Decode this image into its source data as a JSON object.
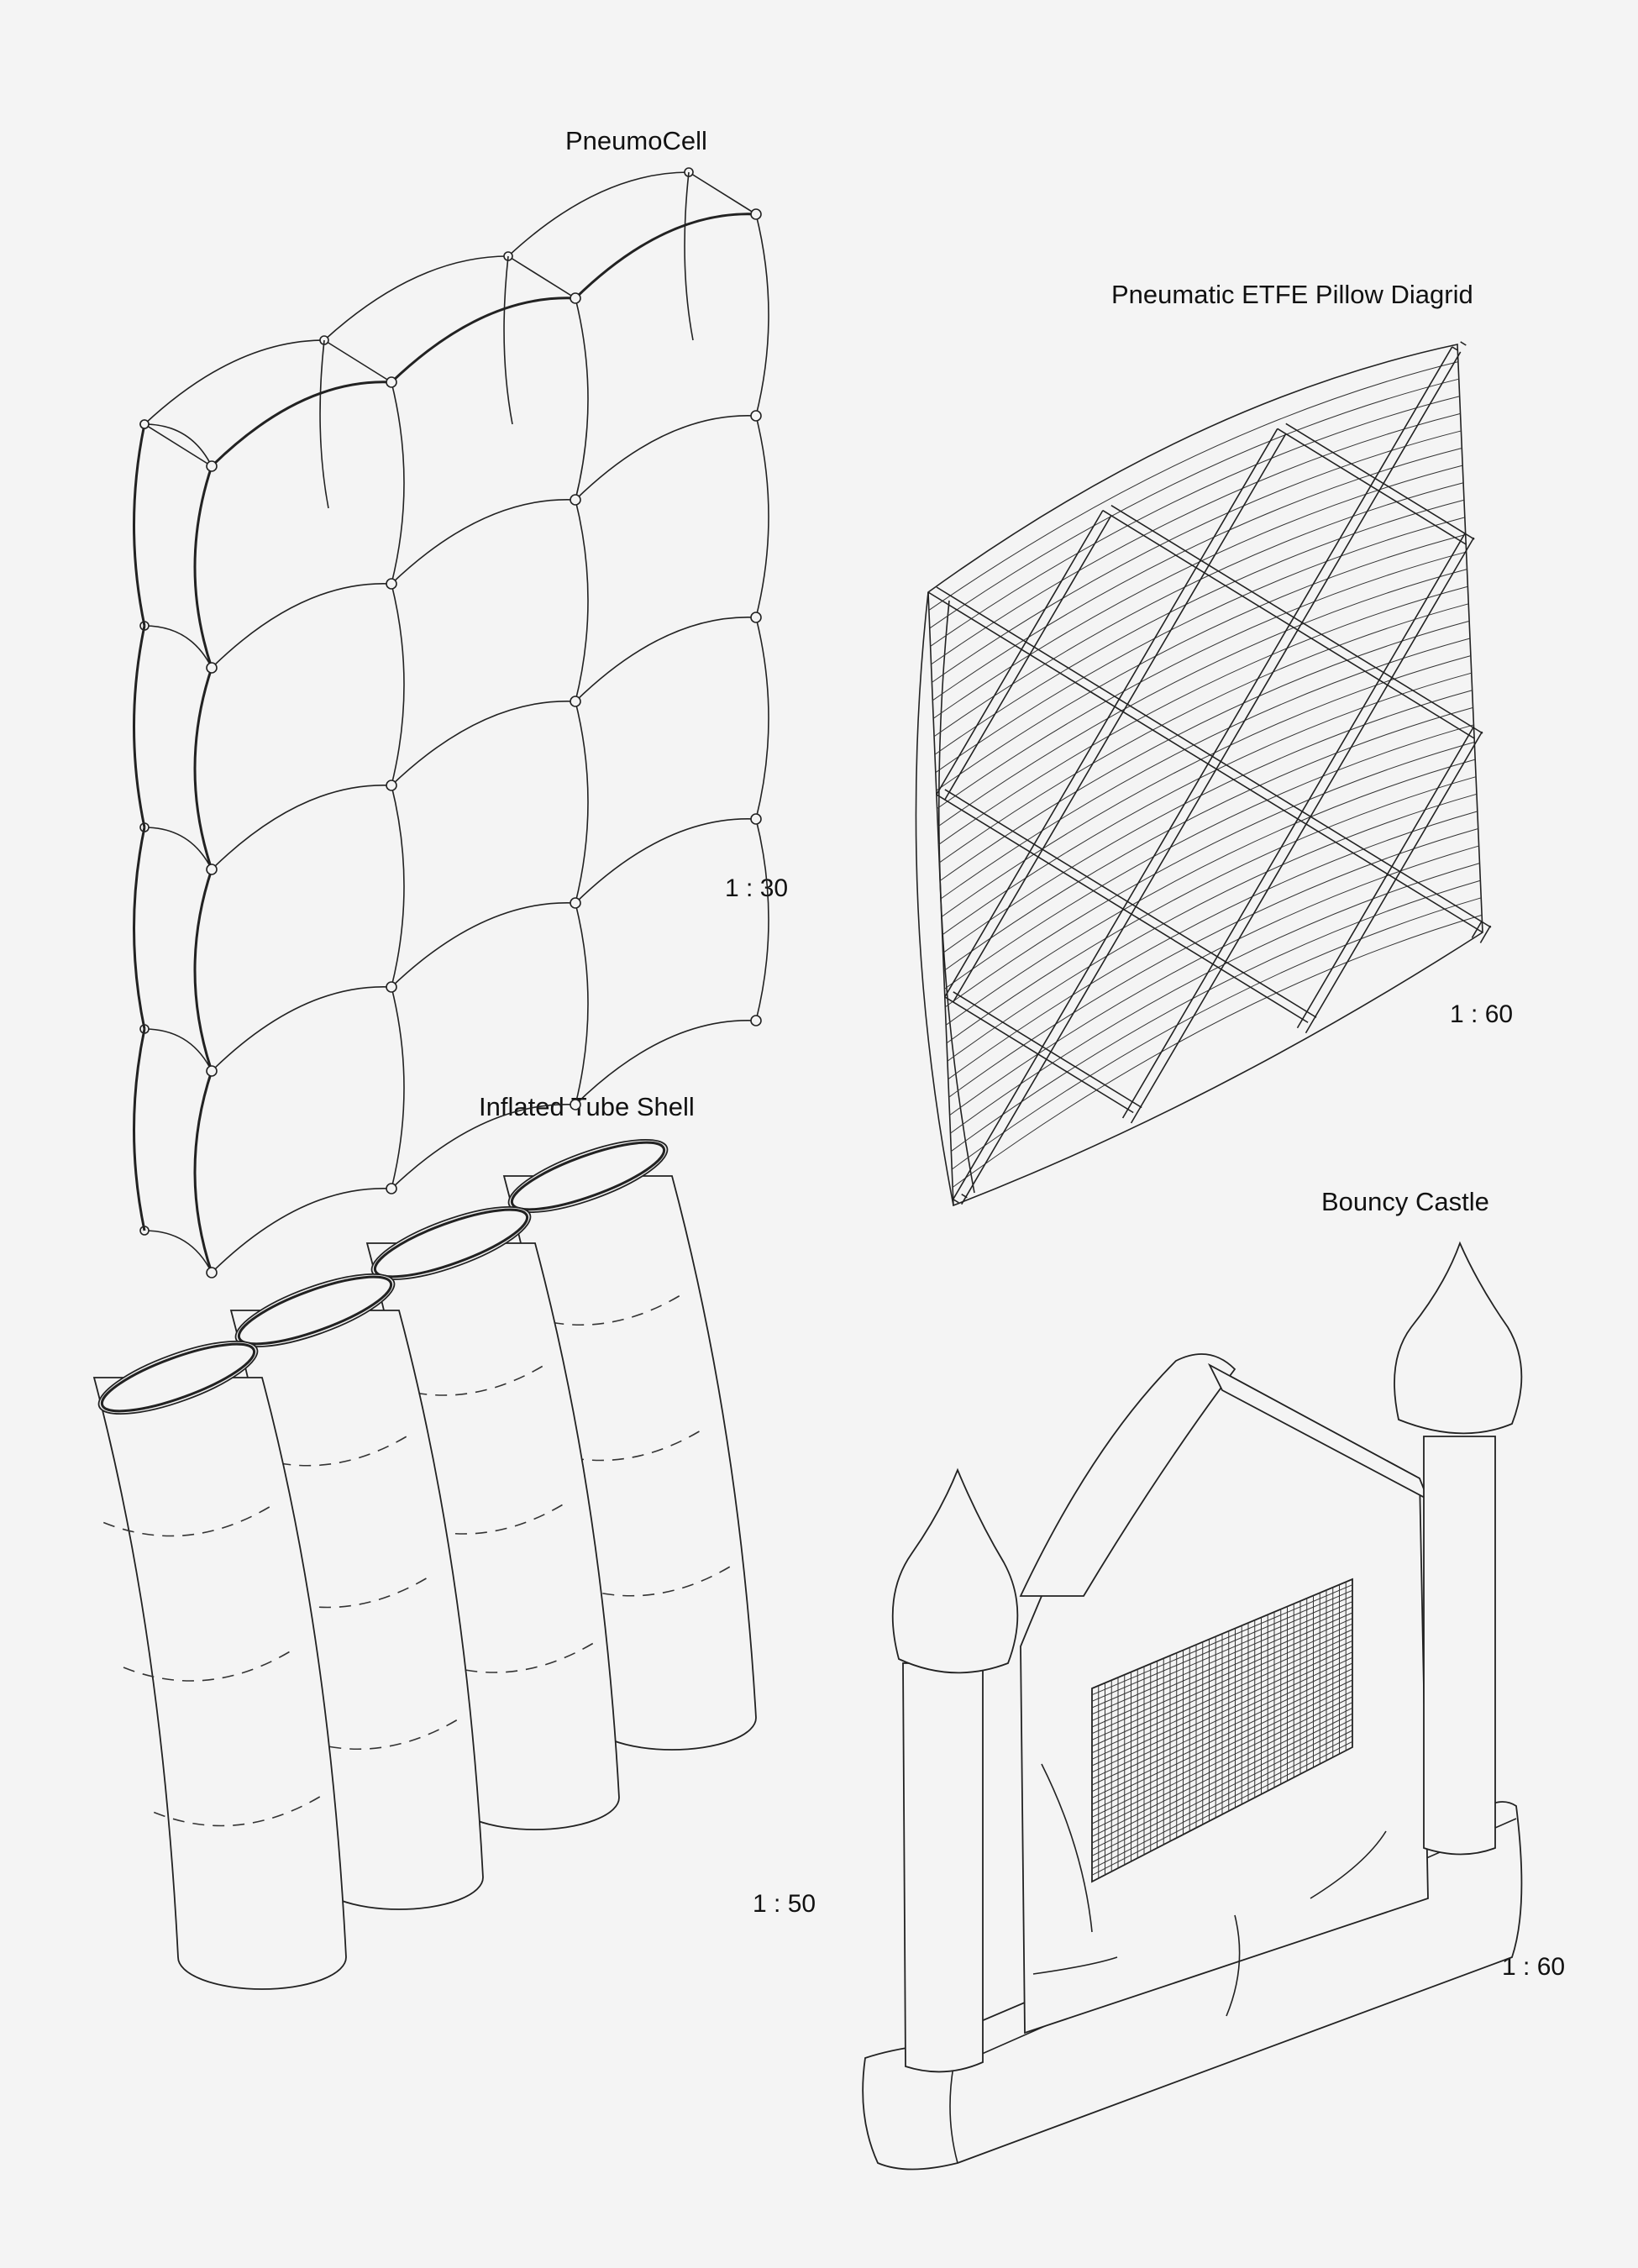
{
  "sheet": {
    "pneumocell": {
      "title": "PneumoCell",
      "scale": "1 : 30"
    },
    "etfe": {
      "title": "Pneumatic ETFE Pillow Diagrid",
      "scale": "1 : 60"
    },
    "tube": {
      "title": "Inflated Tube Shell",
      "scale": "1 : 50"
    },
    "castle": {
      "title": "Bouncy Castle",
      "scale": "1 : 60"
    }
  }
}
